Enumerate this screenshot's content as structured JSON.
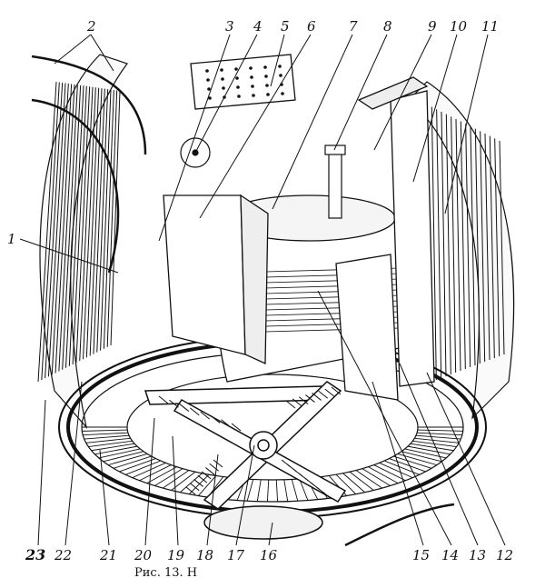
{
  "figure": {
    "caption_visible": "Рис. 13. Н",
    "callouts_top": [
      "2",
      "3",
      "4",
      "5",
      "6",
      "7",
      "8",
      "9",
      "10",
      "11"
    ],
    "callout_left": "1",
    "callouts_bottom": [
      "23",
      "22",
      "21",
      "20",
      "19",
      "18",
      "17",
      "16",
      "15",
      "14",
      "13",
      "12"
    ],
    "ink_color": "#111111",
    "paper_color": "#ffffff"
  }
}
